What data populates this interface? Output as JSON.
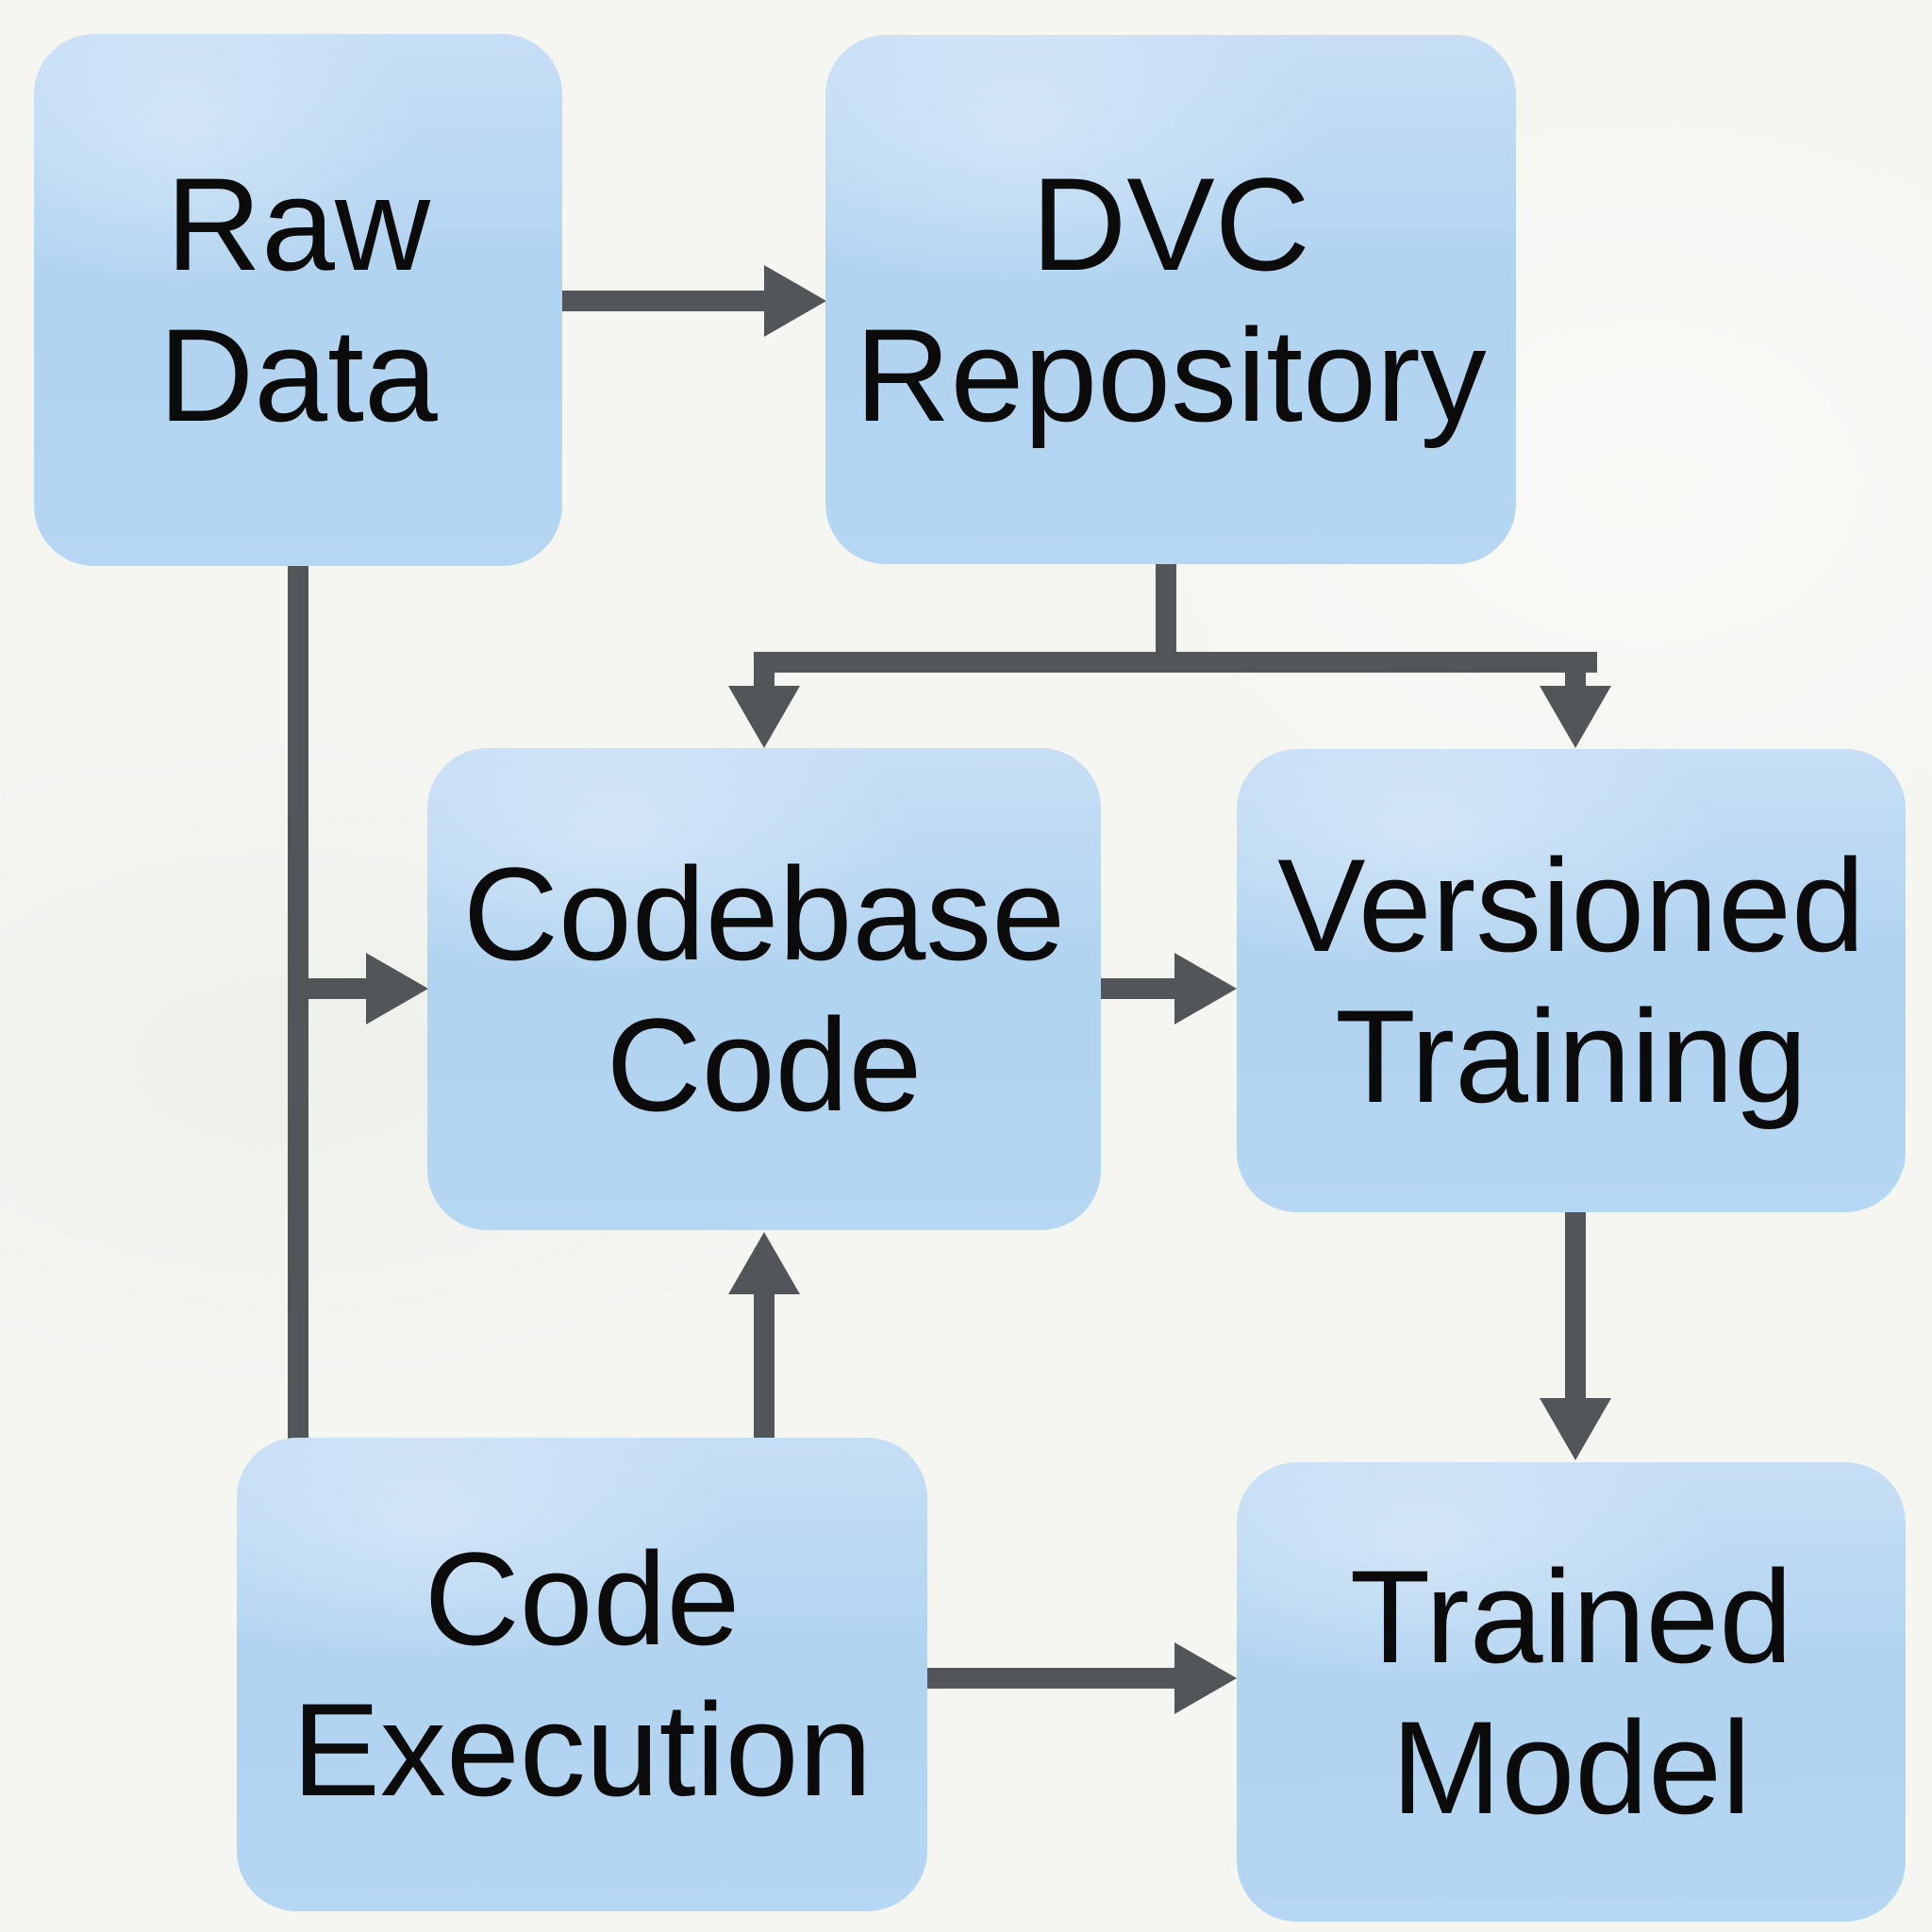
{
  "diagram": {
    "type": "flowchart",
    "background_color": "#f5f5f2",
    "node_fill_top": "#c7def5",
    "node_fill_bottom": "#b0d3f0",
    "edge_color": "#535659",
    "text_color": "#0b0b0b",
    "nodes": [
      {
        "id": "raw-data",
        "label": "Raw Data",
        "lines": [
          "Raw",
          "Data"
        ]
      },
      {
        "id": "dvc-repository",
        "label": "DVC Repository",
        "lines": [
          "DVC",
          "Repository"
        ]
      },
      {
        "id": "codebase-code",
        "label": "Codebase Code",
        "lines": [
          "Codebase",
          "Code"
        ]
      },
      {
        "id": "versioned-training",
        "label": "Versioned Training",
        "lines": [
          "Versioned",
          "Training"
        ]
      },
      {
        "id": "code-execution",
        "label": "Code Execution",
        "lines": [
          "Code",
          "Execution"
        ]
      },
      {
        "id": "trained-model",
        "label": "Trained Model",
        "lines": [
          "Trained",
          "Model"
        ]
      }
    ],
    "edges": [
      {
        "from": "raw-data",
        "to": "dvc-repository",
        "shape": "straight-right-arrow"
      },
      {
        "from": "raw-data",
        "to": "codebase-code",
        "shape": "down-then-right-branch-arrow"
      },
      {
        "from": "raw-data",
        "to": "code-execution",
        "shape": "straight-down-line"
      },
      {
        "from": "dvc-repository",
        "to": "codebase-code",
        "shape": "down-tee-left-arrow"
      },
      {
        "from": "dvc-repository",
        "to": "versioned-training",
        "shape": "down-tee-right-arrow"
      },
      {
        "from": "codebase-code",
        "to": "versioned-training",
        "shape": "straight-right-arrow"
      },
      {
        "from": "versioned-training",
        "to": "trained-model",
        "shape": "straight-down-arrow"
      },
      {
        "from": "code-execution",
        "to": "codebase-code",
        "shape": "straight-up-arrow"
      },
      {
        "from": "code-execution",
        "to": "trained-model",
        "shape": "straight-right-arrow"
      }
    ]
  }
}
